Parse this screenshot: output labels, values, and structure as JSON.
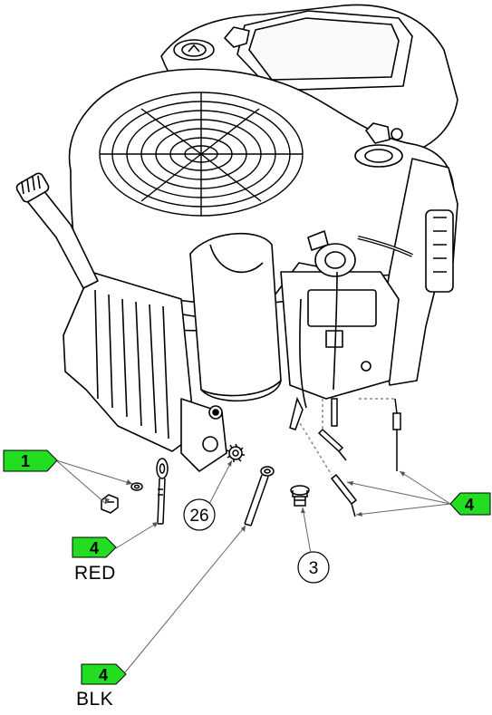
{
  "callouts": {
    "c1": "1",
    "c4_red": "4",
    "c4_blk": "4",
    "c4_right": "4",
    "c26": "26",
    "c3": "3"
  },
  "wire_labels": {
    "red": "RED",
    "blk": "BLK"
  },
  "colors": {
    "callout_fill": "#22dd22",
    "line": "#000000",
    "leader": "#666666"
  }
}
